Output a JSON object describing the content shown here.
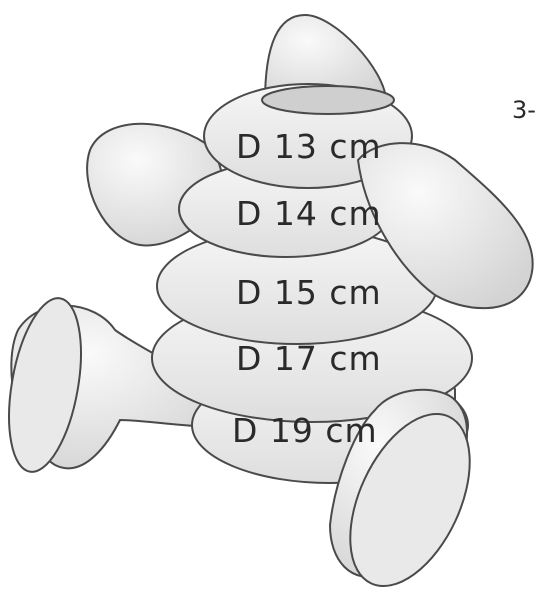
{
  "corner_text": "3-",
  "rings": [
    {
      "label": "D 13 cm"
    },
    {
      "label": "D 14 cm"
    },
    {
      "label": "D 15 cm"
    },
    {
      "label": "D 17 cm"
    },
    {
      "label": "D 19 cm"
    }
  ],
  "colors": {
    "outline": "#4a4a4a",
    "fill": "#f1f1f1",
    "shade": "#d8d8d8",
    "background": "#ffffff"
  }
}
